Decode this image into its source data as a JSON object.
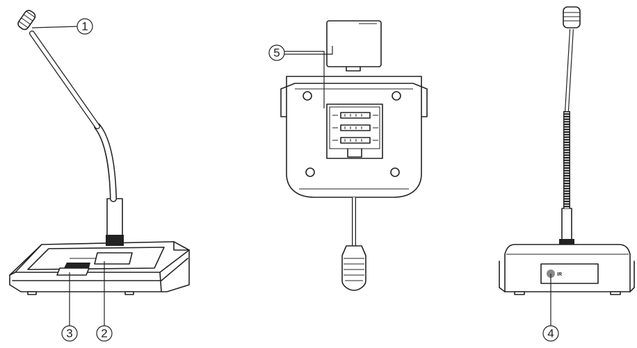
{
  "callouts": [
    {
      "id": "1",
      "label": "1"
    },
    {
      "id": "2",
      "label": "2"
    },
    {
      "id": "3",
      "label": "3"
    },
    {
      "id": "4",
      "label": "4"
    },
    {
      "id": "5",
      "label": "5"
    }
  ],
  "device_labels": {
    "ir_window": "IR"
  }
}
